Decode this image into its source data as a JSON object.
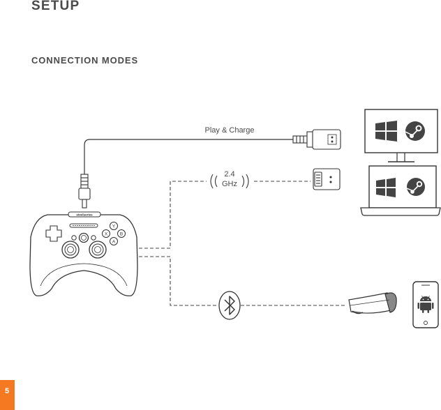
{
  "page": {
    "title": "SETUP",
    "section_title": "CONNECTION MODES",
    "page_number": "5"
  },
  "diagram": {
    "wired_label": "Play & Charge",
    "wireless_label_line1": "2.4",
    "wireless_label_line2": "GHz",
    "controller_brand": "steelseries",
    "colors": {
      "accent": "#f47920",
      "line": "#333333",
      "text": "#4a4a4a"
    }
  }
}
